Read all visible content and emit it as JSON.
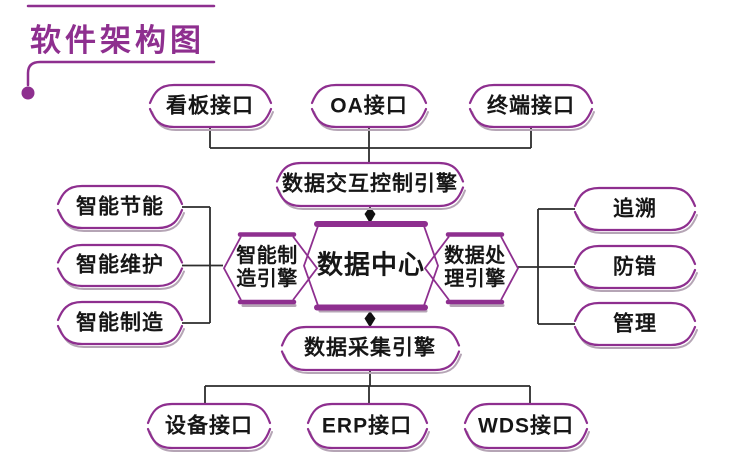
{
  "title": "软件架构图",
  "colors": {
    "purple": "#8e2f8f",
    "shadow": "#b5a5b5",
    "connector": "#2d2d2d",
    "text": "#161616",
    "arrow": "#111111"
  },
  "nodes": {
    "top_interfaces": [
      "看板接口",
      "OA接口",
      "终端接口"
    ],
    "data_interaction_engine": "数据交互控制引擎",
    "left_modules": [
      "智能节能",
      "智能维护",
      "智能制造"
    ],
    "smart_manufacturing_engine": "智能制造引擎",
    "data_center": "数据中心",
    "data_processing_engine": "数据处理引擎",
    "right_modules": [
      "追溯",
      "防错",
      "管理"
    ],
    "data_collection_engine": "数据采集引擎",
    "bottom_interfaces": [
      "设备接口",
      "ERP接口",
      "WDS接口"
    ]
  }
}
